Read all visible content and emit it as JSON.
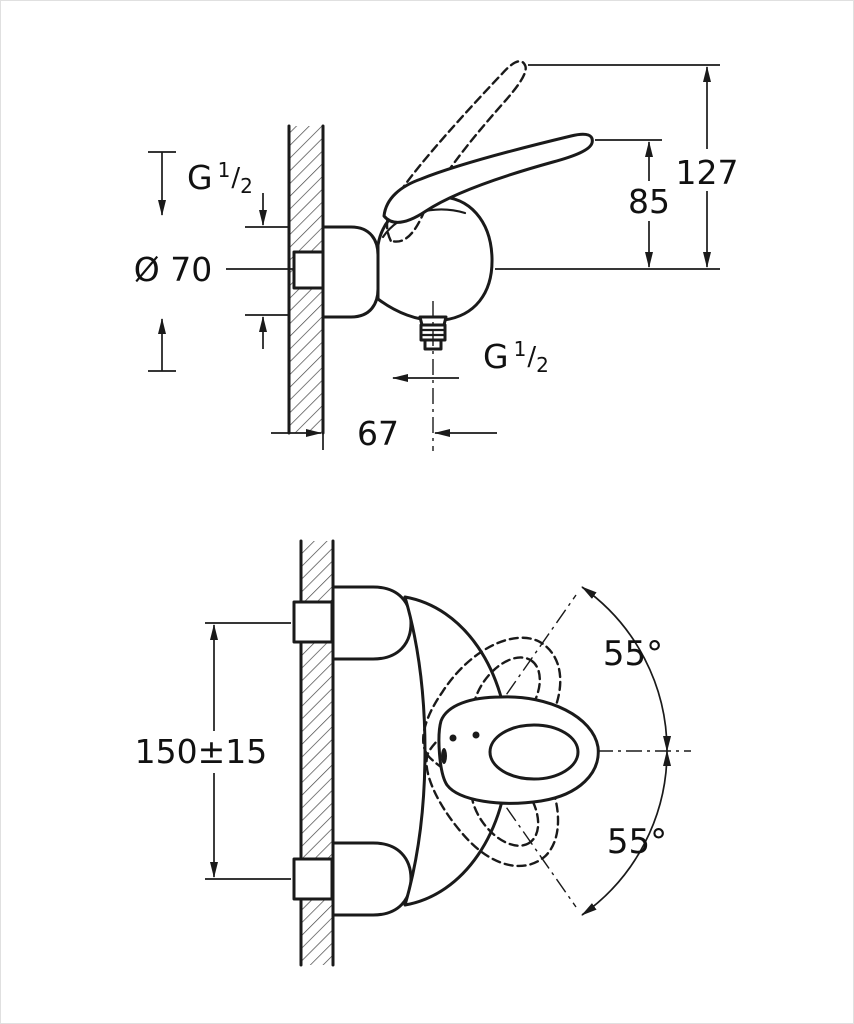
{
  "meta": {
    "background_color": "#ffffff",
    "line_color": "#1a1a1a",
    "drawing_type": "faucet installation dimension drawing"
  },
  "top_view": {
    "thread_top": {
      "prefix": "G",
      "num": "1",
      "slash": "/",
      "den": "2"
    },
    "diameter": "Ø 70",
    "height_to_lever_tip": "85",
    "height_to_open_lever": "127",
    "wall_to_outlet": "67",
    "thread_bottom": {
      "prefix": "G",
      "num": "1",
      "slash": "/",
      "den": "2"
    }
  },
  "plan_view": {
    "connection_spacing": "150±15",
    "swing_angle_upper": "55°",
    "swing_angle_lower": "55°"
  }
}
